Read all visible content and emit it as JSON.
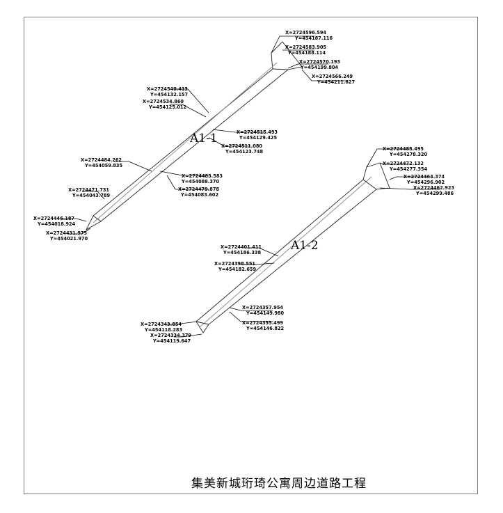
{
  "drawing_title": "集美新城珩琦公寓周边道路工程",
  "roads": [
    {
      "label": "A1-1",
      "points": [
        {
          "x": "X=2724596.594",
          "y": "Y=454187.116"
        },
        {
          "x": "X=2724583.905",
          "y": "Y=454188.114"
        },
        {
          "x": "X=2724570.193",
          "y": "Y=454199.804"
        },
        {
          "x": "X=2724566.249",
          "y": "Y=454211.627"
        },
        {
          "x": "X=2724540.413",
          "y": "Y=454132.157"
        },
        {
          "x": "X=2724534.860",
          "y": "Y=454125.012"
        },
        {
          "x": "X=2724515.493",
          "y": "Y=454129.425"
        },
        {
          "x": "X=2724511.080",
          "y": "Y=454123.748"
        },
        {
          "x": "X=2724484.262",
          "y": "Y=454059.835"
        },
        {
          "x": "X=2724483.583",
          "y": "Y=454088.370"
        },
        {
          "x": "X=2724479.878",
          "y": "Y=454083.602"
        },
        {
          "x": "X=2724471.731",
          "y": "Y=454043.789"
        },
        {
          "x": "X=2724446.187",
          "y": "Y=454018.924"
        },
        {
          "x": "X=2724431.975",
          "y": "Y=454021.970"
        }
      ]
    },
    {
      "label": "A1-2",
      "points": [
        {
          "x": "X=2724485.495",
          "y": "Y=454278.320"
        },
        {
          "x": "X=2724472.132",
          "y": "Y=454277.354"
        },
        {
          "x": "X=2724464.374",
          "y": "Y=454296.902"
        },
        {
          "x": "X=2724462.923",
          "y": "Y=454299.486"
        },
        {
          "x": "X=2724401.411",
          "y": "Y=454186.338"
        },
        {
          "x": "X=2724398.551",
          "y": "Y=454182.659"
        },
        {
          "x": "X=2724357.954",
          "y": "Y=454149.980"
        },
        {
          "x": "X=2724355.499",
          "y": "Y=454146.822"
        },
        {
          "x": "X=2724343.854",
          "y": "Y=454118.283"
        },
        {
          "x": "X=2724334.379",
          "y": "Y=454119.647"
        }
      ]
    }
  ]
}
